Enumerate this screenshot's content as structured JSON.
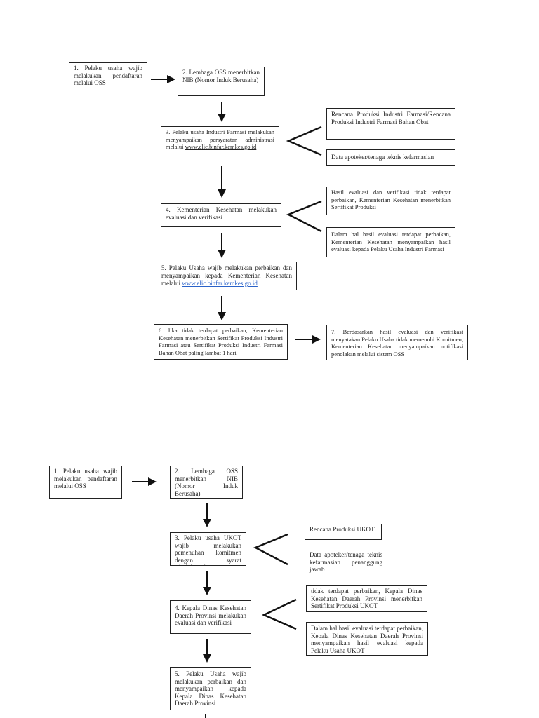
{
  "diagram1": {
    "step1": "1. Pelaku usaha wajib melakukan pendaftaran melalui OSS",
    "step2": "2. Lembaga OSS menerbitkan NIB (Nomor Induk Berusaha)",
    "step3_text": "3. Pelaku usaha Industri Farmasi melakukan menyampaikan persyaratan administrasi melalui ",
    "step3_link": "www.elic.binfar.kemkes.go.id",
    "req1": "Rencana Produksi Industri Farmasi/Rencana Produksi Industri Farmasi Bahan Obat",
    "req2": "Data apoteker/tenaga teknis kefarmasian",
    "step4": "4. Kementerian Kesehatan melakukan evaluasi dan verifikasi",
    "result1": "Hasil evaluasi dan verifikasi tidak terdapat perbaikan, Kementerian Kesehatan menerbitkan Sertifikat Produksi",
    "result2": "Dalam hal hasil evaluasi terdapat perbaikan, Kementerian Kesehatan menyampaikan hasil evaluasi kepada Pelaku Usaha Industri Farmasi",
    "step5_text": "5. Pelaku Usaha wajib melakukan perbaikan dan menyampaikan kepada Kementerian Kesehatan melalui ",
    "step5_link": "www.elic.binfar.kemkes.go.id",
    "step6": "6. Jika tidak terdapat perbaikan, Kementerian Kesehatan menerbitkan Sertifikat Produksi Industri Farmasi atau Sertifikat Produksi Industri Farmasi Bahan Obat paling lambat 1 hari",
    "step7": "7. Berdasarkan hasil evaluasi dan verifikasi menyatakan Pelaku Usaha tidak memenuhi Komitmen, Kementerian Kesehatan menyampaikan notifikasi penolakan melalui sistem OSS"
  },
  "diagram2": {
    "step1": "1. Pelaku usaha wajib melakukan pendaftaran melalui OSS",
    "step2": "2. Lembaga OSS menerbitkan NIB (Nomor Induk Berusaha)",
    "step3": "3. Pelaku usaha UKOT wajib melakukan pemenuhan komitmen dengan syarat administrasi",
    "req1": "Rencana Produksi UKOT",
    "req2": "Data apoteker/tenaga teknis kefarmasian penanggung jawab",
    "step4": "4. Kepala Dinas Kesehatan Daerah Provinsi melakukan evaluasi dan verifikasi",
    "result1": "tidak terdapat perbaikan, Kepala Dinas Kesehatan Daerah Provinsi menerbitkan Sertifikat Produksi UKOT",
    "result2": "Dalam hal hasil evaluasi terdapat perbaikan, Kepala Dinas Kesehatan Daerah Provinsi menyampaikan hasil evaluasi kepada Pelaku Usaha UKOT",
    "step5": "5. Pelaku Usaha wajib melakukan perbaikan dan menyampaikan kepada Kepala Dinas Kesehatan Daerah Provinsi"
  },
  "colors": {
    "line": "#111111",
    "link": "#2a62c9"
  }
}
